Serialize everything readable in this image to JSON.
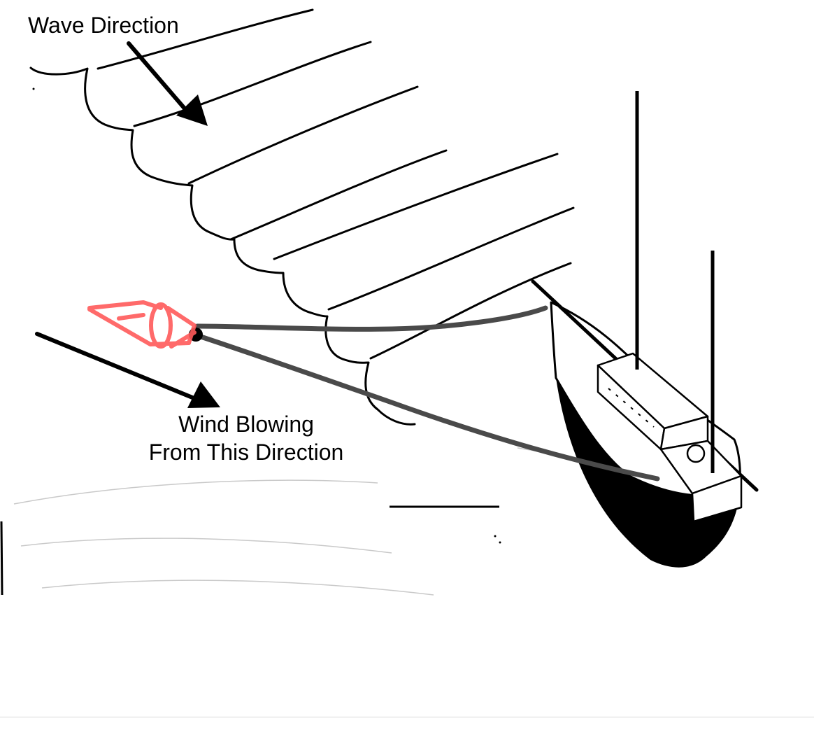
{
  "labels": {
    "wave_direction": "Wave Direction",
    "wind_line1": "Wind Blowing",
    "wind_line2": "From This Direction"
  },
  "colors": {
    "ink": "#000000",
    "rode": "#4a4a4a",
    "drogue": "#ff5a5a",
    "background": "#ffffff"
  },
  "icons": {
    "drogue": "sea-anchor-cone-icon",
    "vessel": "sailboat-icon",
    "arrow": "arrow-down-right-icon"
  }
}
